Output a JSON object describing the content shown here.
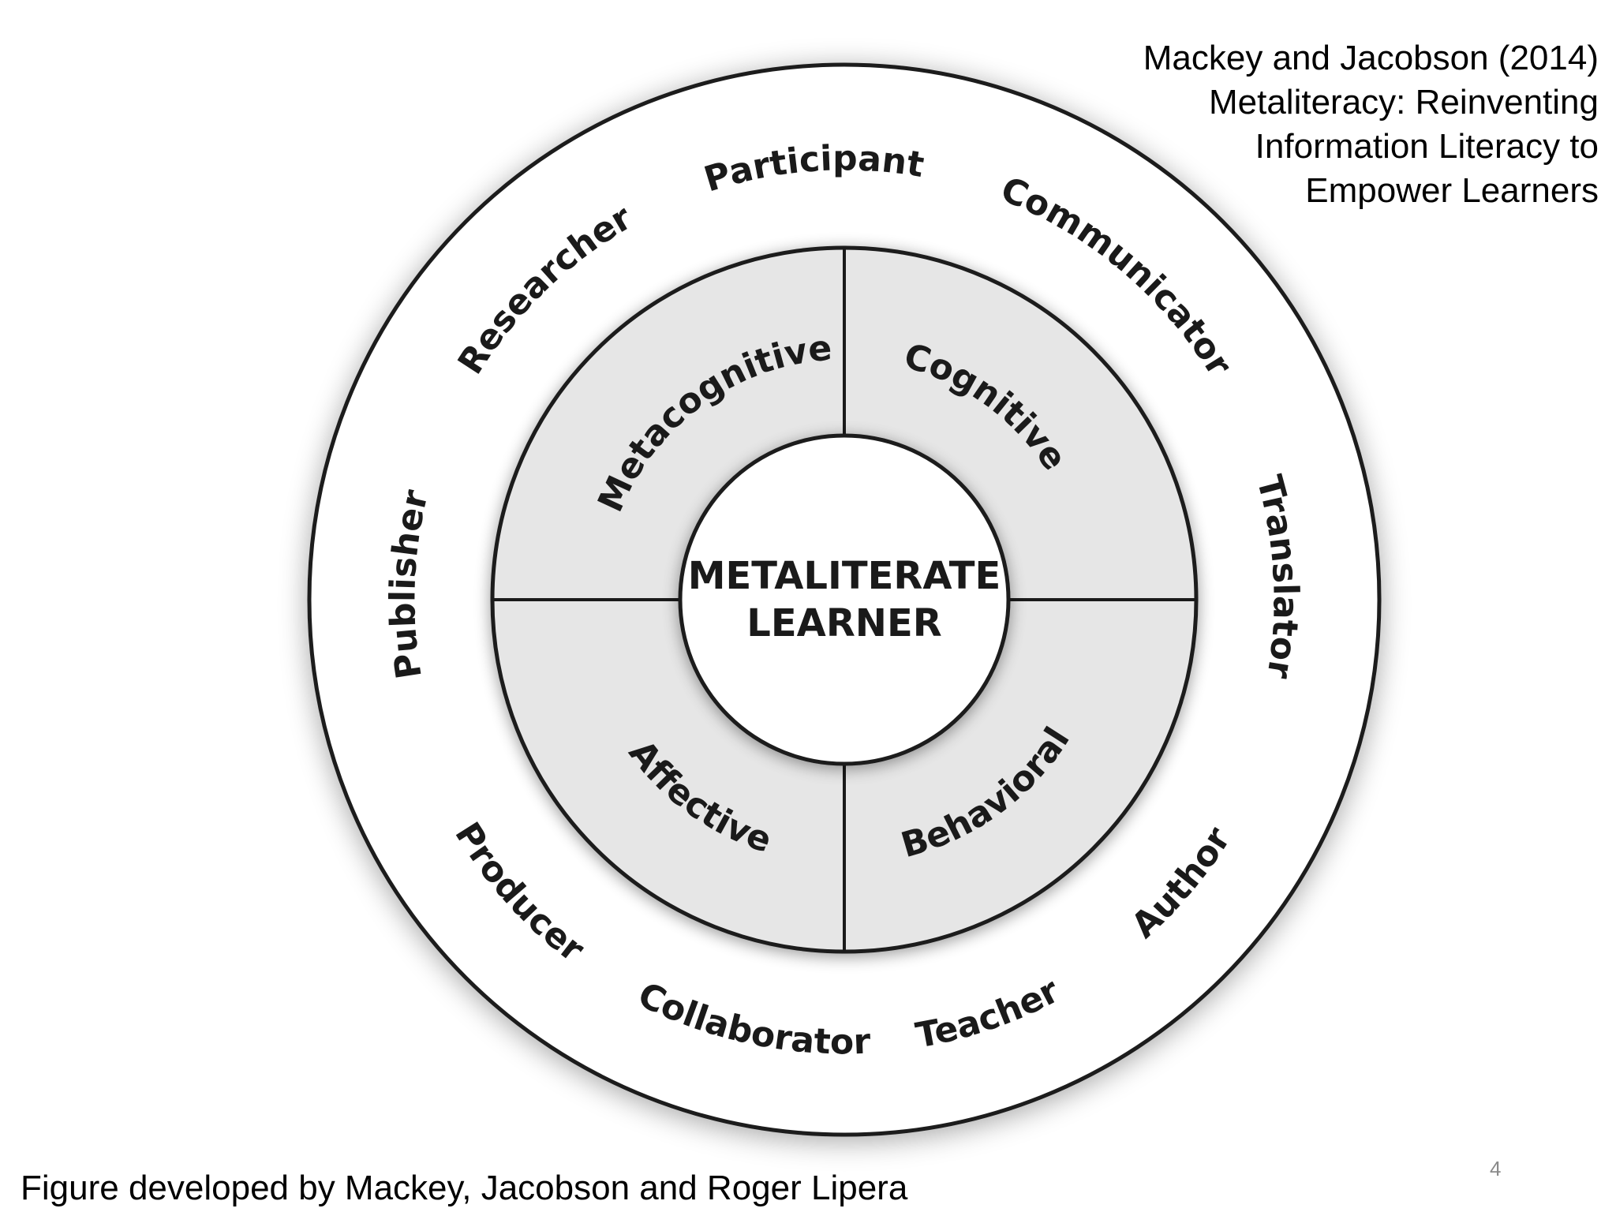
{
  "citation": {
    "lines": [
      "Mackey and Jacobson (2014)",
      "Metaliteracy: Reinventing",
      "Information Literacy to",
      "Empower Learners"
    ]
  },
  "footer": {
    "text": "Figure developed by Mackey, Jacobson and Roger Lipera"
  },
  "page_number": "4",
  "diagram": {
    "center": {
      "line1": "METALITERATE",
      "line2": "LEARNER"
    },
    "domains": [
      "Metacognitive",
      "Cognitive",
      "Affective",
      "Behavioral"
    ],
    "roles": [
      "Participant",
      "Communicator",
      "Translator",
      "Author",
      "Teacher",
      "Collaborator",
      "Producer",
      "Publisher",
      "Researcher"
    ],
    "colors": {
      "ring_fill": "#e6e6e6",
      "stroke": "#1a1a1a",
      "text": "#1a1a1a",
      "background": "#ffffff"
    }
  }
}
